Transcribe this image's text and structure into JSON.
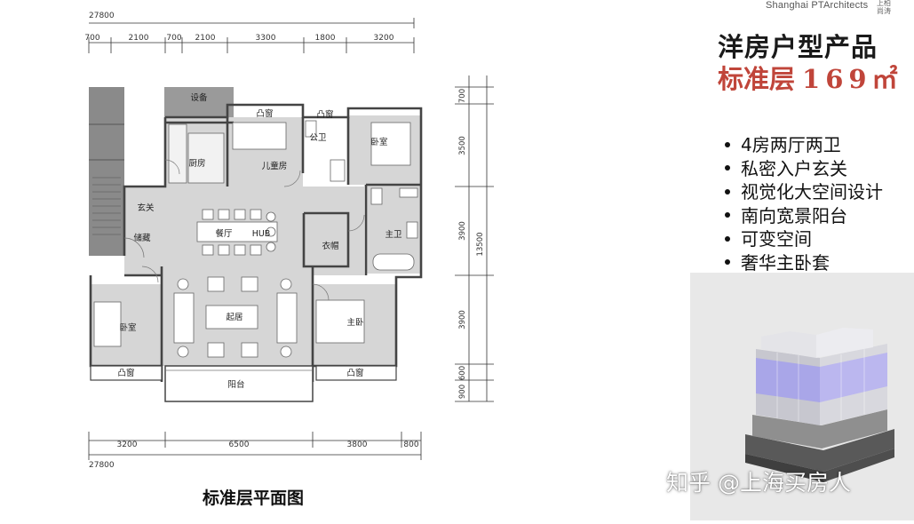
{
  "brand": {
    "name": "Shanghai PTArchitects",
    "sub_label": "上柏\n尚涛"
  },
  "header": {
    "title": "洋房户型产品",
    "subtitle": "标准层",
    "area": "169㎡"
  },
  "features": [
    "4房两厅两卫",
    "私密入户玄关",
    "视觉化大空间设计",
    "南向宽景阳台",
    "可变空间",
    "奢华主卧套"
  ],
  "plan": {
    "caption": "标准层平面图",
    "top_total": "27800",
    "top_dims": [
      "700",
      "2100",
      "700",
      "2100",
      "3300",
      "1800",
      "3200"
    ],
    "bottom_total": "27800",
    "bottom_dims": [
      "3200",
      "6500",
      "3800",
      "800"
    ],
    "right_dims": [
      "700",
      "3500",
      "3900",
      "3900",
      "600",
      "900"
    ],
    "right_total": "13500",
    "rooms": {
      "equipment": "设备",
      "bay_window_1": "凸窗",
      "bay_window_2": "凸窗",
      "bay_window_3": "凸窗",
      "bay_window_4": "凸窗",
      "kitchen": "厨房",
      "kids_room": "儿童房",
      "public_wc": "公卫",
      "bedroom_ne": "卧室",
      "foyer": "玄关",
      "storage": "储藏",
      "dining": "餐厅",
      "hub": "HUB",
      "cloakroom": "衣帽",
      "master_wc": "主卫",
      "living": "起居",
      "master_bedroom": "主卧",
      "bedroom_sw": "卧室",
      "balcony": "阳台"
    }
  },
  "watermark": "知乎 @上海买房人"
}
